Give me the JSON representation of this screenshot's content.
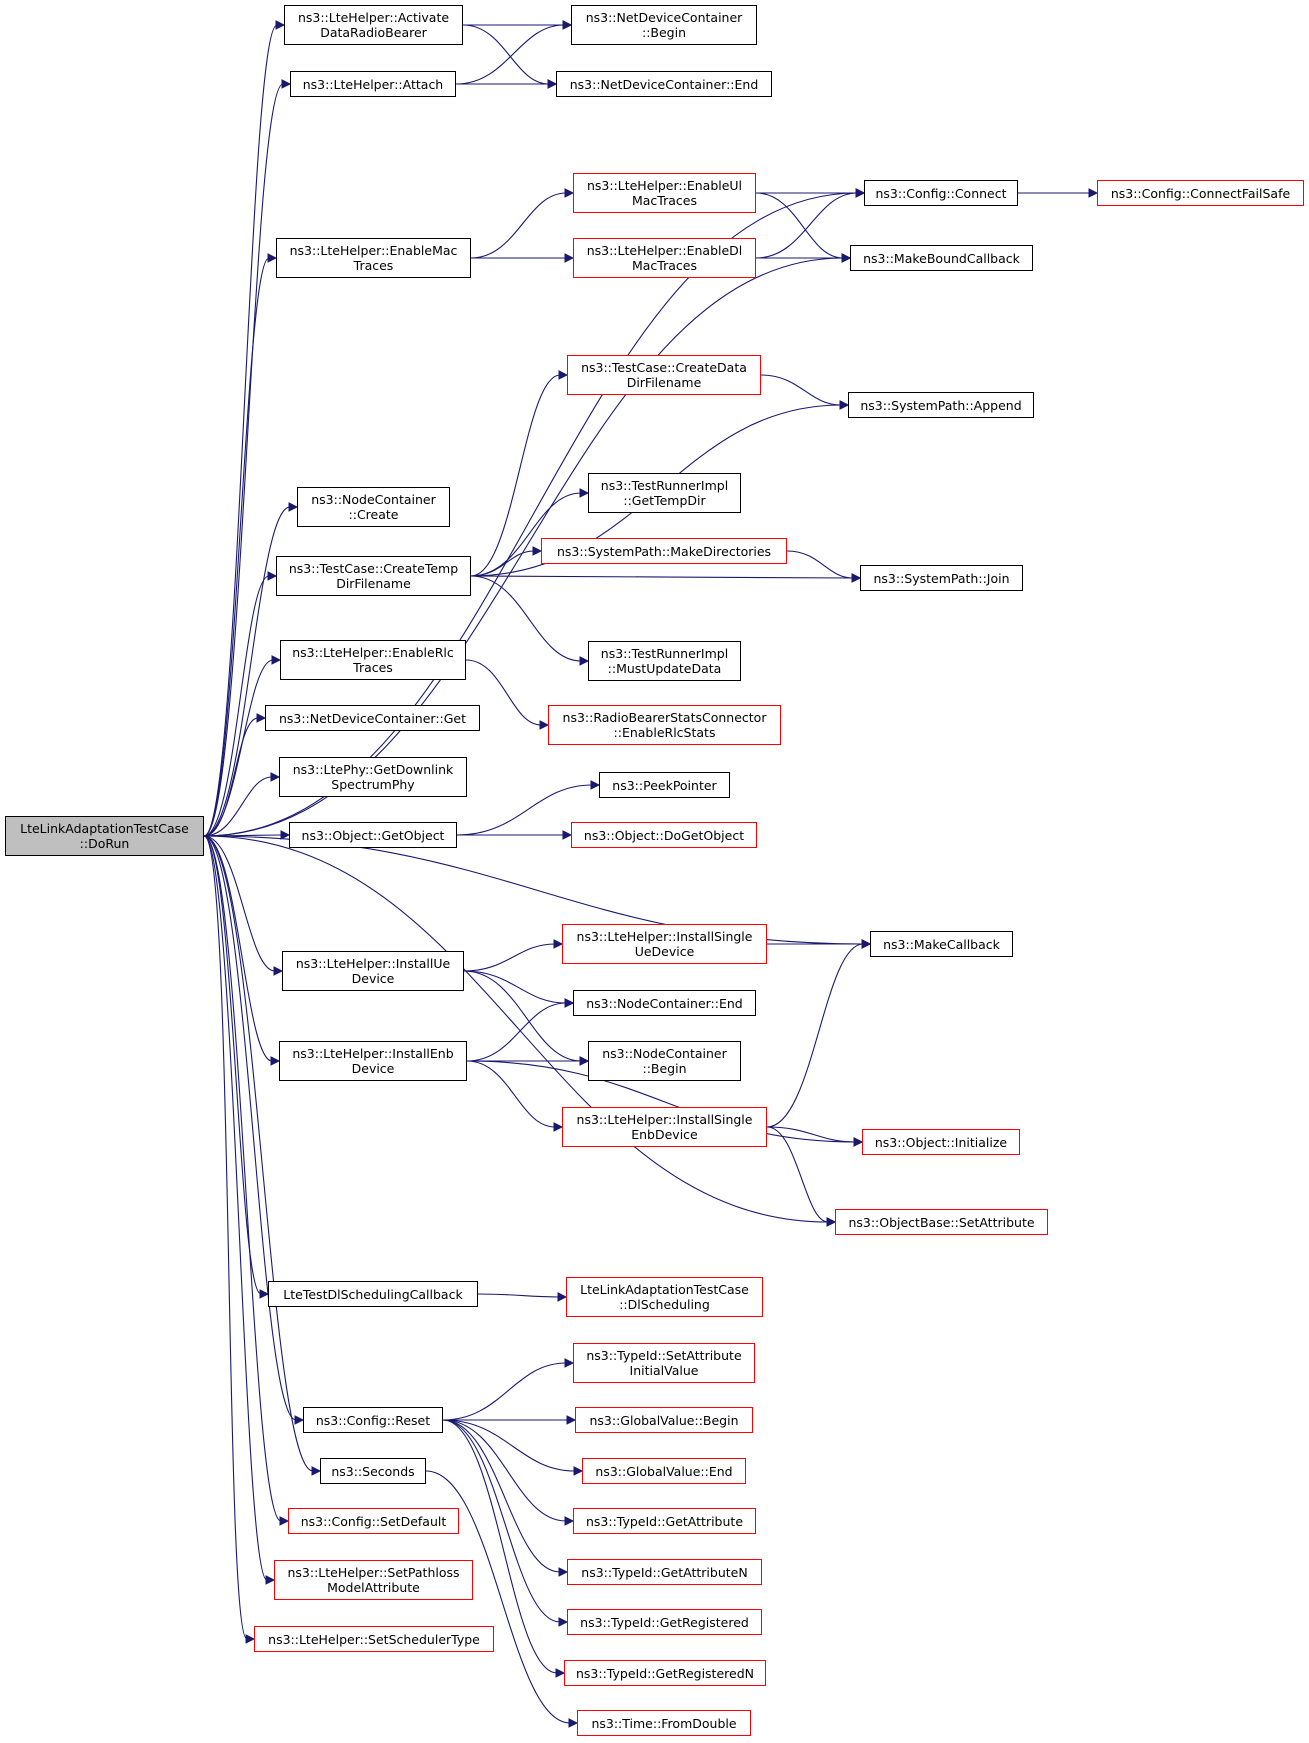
{
  "colors": {
    "edge": "#191970",
    "border_normal": "#000000",
    "border_truncated": "#ff0000",
    "root_fill": "#bfbfbf"
  },
  "nodes": {
    "root": {
      "label": "LteLinkAdaptationTestCase\n::DoRun",
      "border": "normal"
    },
    "activate": {
      "label": "ns3::LteHelper::Activate\nDataRadioBearer",
      "border": "normal"
    },
    "attach": {
      "label": "ns3::LteHelper::Attach",
      "border": "normal"
    },
    "ndcBegin": {
      "label": "ns3::NetDeviceContainer\n::Begin",
      "border": "normal"
    },
    "ndcEnd": {
      "label": "ns3::NetDeviceContainer::End",
      "border": "normal"
    },
    "enableMac": {
      "label": "ns3::LteHelper::EnableMac\nTraces",
      "border": "normal"
    },
    "enableUlMac": {
      "label": "ns3::LteHelper::EnableUl\nMacTraces",
      "border": "truncated"
    },
    "enableDlMac": {
      "label": "ns3::LteHelper::EnableDl\nMacTraces",
      "border": "truncated"
    },
    "configConnect": {
      "label": "ns3::Config::Connect",
      "border": "normal"
    },
    "connectFailSafe": {
      "label": "ns3::Config::ConnectFailSafe",
      "border": "truncated"
    },
    "makeBound": {
      "label": "ns3::MakeBoundCallback",
      "border": "normal"
    },
    "createDataDir": {
      "label": "ns3::TestCase::CreateData\nDirFilename",
      "border": "truncated"
    },
    "spAppend": {
      "label": "ns3::SystemPath::Append",
      "border": "normal"
    },
    "ncCreate": {
      "label": "ns3::NodeContainer\n::Create",
      "border": "normal"
    },
    "trGetTempDir": {
      "label": "ns3::TestRunnerImpl\n::GetTempDir",
      "border": "normal"
    },
    "createTemp": {
      "label": "ns3::TestCase::CreateTemp\nDirFilename",
      "border": "normal"
    },
    "spMakeDirs": {
      "label": "ns3::SystemPath::MakeDirectories",
      "border": "truncated"
    },
    "spJoin": {
      "label": "ns3::SystemPath::Join",
      "border": "normal"
    },
    "trMustUpdate": {
      "label": "ns3::TestRunnerImpl\n::MustUpdateData",
      "border": "normal"
    },
    "enableRlc": {
      "label": "ns3::LteHelper::EnableRlc\nTraces",
      "border": "normal"
    },
    "rbscEnableRlc": {
      "label": "ns3::RadioBearerStatsConnector\n::EnableRlcStats",
      "border": "truncated"
    },
    "ndcGet": {
      "label": "ns3::NetDeviceContainer::Get",
      "border": "normal"
    },
    "ltePhyGetDl": {
      "label": "ns3::LtePhy::GetDownlink\nSpectrumPhy",
      "border": "normal"
    },
    "peekPointer": {
      "label": "ns3::PeekPointer",
      "border": "normal"
    },
    "objGetObject": {
      "label": "ns3::Object::GetObject",
      "border": "normal"
    },
    "objDoGetObject": {
      "label": "ns3::Object::DoGetObject",
      "border": "truncated"
    },
    "makeCallback": {
      "label": "ns3::MakeCallback",
      "border": "normal"
    },
    "installSingleUe": {
      "label": "ns3::LteHelper::InstallSingle\nUeDevice",
      "border": "truncated"
    },
    "installUe": {
      "label": "ns3::LteHelper::InstallUe\nDevice",
      "border": "normal"
    },
    "ncEnd": {
      "label": "ns3::NodeContainer::End",
      "border": "normal"
    },
    "installEnb": {
      "label": "ns3::LteHelper::InstallEnb\nDevice",
      "border": "normal"
    },
    "ncBegin": {
      "label": "ns3::NodeContainer\n::Begin",
      "border": "normal"
    },
    "installSingleEnb": {
      "label": "ns3::LteHelper::InstallSingle\nEnbDevice",
      "border": "truncated"
    },
    "objInitialize": {
      "label": "ns3::Object::Initialize",
      "border": "truncated"
    },
    "obSetAttribute": {
      "label": "ns3::ObjectBase::SetAttribute",
      "border": "truncated"
    },
    "lteTestDlCb": {
      "label": "LteTestDlSchedulingCallback",
      "border": "normal"
    },
    "ltlatDlSched": {
      "label": "LteLinkAdaptationTestCase\n::DlScheduling",
      "border": "truncated"
    },
    "tidSetAttrInit": {
      "label": "ns3::TypeId::SetAttribute\nInitialValue",
      "border": "truncated"
    },
    "configReset": {
      "label": "ns3::Config::Reset",
      "border": "normal"
    },
    "gvBegin": {
      "label": "ns3::GlobalValue::Begin",
      "border": "truncated"
    },
    "gvEnd": {
      "label": "ns3::GlobalValue::End",
      "border": "truncated"
    },
    "seconds": {
      "label": "ns3::Seconds",
      "border": "normal"
    },
    "tidGetAttr": {
      "label": "ns3::TypeId::GetAttribute",
      "border": "truncated"
    },
    "configSetDefault": {
      "label": "ns3::Config::SetDefault",
      "border": "truncated"
    },
    "tidGetAttrN": {
      "label": "ns3::TypeId::GetAttributeN",
      "border": "truncated"
    },
    "setPathloss": {
      "label": "ns3::LteHelper::SetPathloss\nModelAttribute",
      "border": "truncated"
    },
    "tidGetRegistered": {
      "label": "ns3::TypeId::GetRegistered",
      "border": "truncated"
    },
    "setScheduler": {
      "label": "ns3::LteHelper::SetSchedulerType",
      "border": "truncated"
    },
    "tidGetRegisteredN": {
      "label": "ns3::TypeId::GetRegisteredN",
      "border": "truncated"
    },
    "timeFromDouble": {
      "label": "ns3::Time::FromDouble",
      "border": "truncated"
    }
  },
  "edges": [
    [
      "root",
      "activate"
    ],
    [
      "root",
      "attach"
    ],
    [
      "root",
      "configConnect"
    ],
    [
      "root",
      "enableMac"
    ],
    [
      "root",
      "makeBound"
    ],
    [
      "root",
      "ncCreate"
    ],
    [
      "root",
      "createTemp"
    ],
    [
      "root",
      "enableRlc"
    ],
    [
      "root",
      "ndcGet"
    ],
    [
      "root",
      "ltePhyGetDl"
    ],
    [
      "root",
      "objGetObject"
    ],
    [
      "root",
      "makeCallback"
    ],
    [
      "root",
      "installUe"
    ],
    [
      "root",
      "installEnb"
    ],
    [
      "root",
      "obSetAttribute"
    ],
    [
      "root",
      "lteTestDlCb"
    ],
    [
      "root",
      "configReset"
    ],
    [
      "root",
      "seconds"
    ],
    [
      "root",
      "configSetDefault"
    ],
    [
      "root",
      "setPathloss"
    ],
    [
      "root",
      "setScheduler"
    ],
    [
      "activate",
      "ndcBegin"
    ],
    [
      "activate",
      "ndcEnd"
    ],
    [
      "attach",
      "ndcBegin"
    ],
    [
      "attach",
      "ndcEnd"
    ],
    [
      "enableMac",
      "enableUlMac"
    ],
    [
      "enableMac",
      "enableDlMac"
    ],
    [
      "enableUlMac",
      "configConnect"
    ],
    [
      "enableUlMac",
      "makeBound"
    ],
    [
      "enableDlMac",
      "configConnect"
    ],
    [
      "enableDlMac",
      "makeBound"
    ],
    [
      "configConnect",
      "connectFailSafe"
    ],
    [
      "createTemp",
      "createDataDir"
    ],
    [
      "createTemp",
      "spAppend"
    ],
    [
      "createTemp",
      "trGetTempDir"
    ],
    [
      "createTemp",
      "spMakeDirs"
    ],
    [
      "createTemp",
      "spJoin"
    ],
    [
      "createTemp",
      "trMustUpdate"
    ],
    [
      "createDataDir",
      "spAppend"
    ],
    [
      "spMakeDirs",
      "spJoin"
    ],
    [
      "enableRlc",
      "rbscEnableRlc"
    ],
    [
      "objGetObject",
      "peekPointer"
    ],
    [
      "objGetObject",
      "objDoGetObject"
    ],
    [
      "installUe",
      "installSingleUe"
    ],
    [
      "installUe",
      "ncEnd"
    ],
    [
      "installUe",
      "ncBegin"
    ],
    [
      "installSingleUe",
      "makeCallback"
    ],
    [
      "installEnb",
      "ncEnd"
    ],
    [
      "installEnb",
      "ncBegin"
    ],
    [
      "installEnb",
      "installSingleEnb"
    ],
    [
      "installEnb",
      "objInitialize"
    ],
    [
      "installSingleEnb",
      "makeCallback"
    ],
    [
      "installSingleEnb",
      "objInitialize"
    ],
    [
      "installSingleEnb",
      "obSetAttribute"
    ],
    [
      "lteTestDlCb",
      "ltlatDlSched"
    ],
    [
      "configReset",
      "tidSetAttrInit"
    ],
    [
      "configReset",
      "gvBegin"
    ],
    [
      "configReset",
      "gvEnd"
    ],
    [
      "configReset",
      "tidGetAttr"
    ],
    [
      "configReset",
      "tidGetAttrN"
    ],
    [
      "configReset",
      "tidGetRegistered"
    ],
    [
      "configReset",
      "tidGetRegisteredN"
    ],
    [
      "seconds",
      "timeFromDouble"
    ]
  ]
}
